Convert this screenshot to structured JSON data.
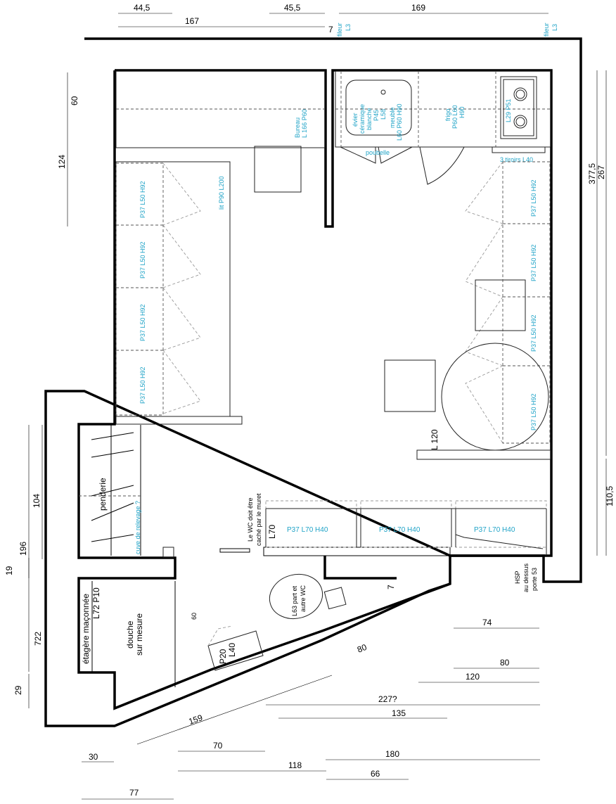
{
  "dimensions": {
    "d44_5": "44,5",
    "d45_5": "45,5",
    "d169": "169",
    "d167": "167",
    "d7_top": "7",
    "d60": "60",
    "d124": "124",
    "d377_5": "377,5",
    "d267": "267",
    "d110_5": "110,5",
    "d104": "104",
    "d196": "196",
    "d19": "19",
    "d722": "722",
    "d29": "29",
    "d60_small": "60",
    "d7_diag": "7",
    "d80_diag": "80",
    "d74": "74",
    "d80": "80",
    "d120": "120",
    "d227": "227?",
    "d135": "135",
    "d159": "159",
    "d70": "70",
    "d180": "180",
    "d118": "118",
    "d66": "66",
    "d30": "30",
    "d77": "77"
  },
  "labels": {
    "fileur_l3_a": "fileur",
    "fileur_l3_a2": "L3",
    "fileur_l3_b": "fileur",
    "fileur_l3_b2": "L3",
    "bureau_1": "Bureau",
    "bureau_2": "L 166 P60",
    "evier_1": "évier",
    "evier_2": "céramique",
    "evier_3": "blanche",
    "evier_4": "P45",
    "evier_5": "L58",
    "evier_6": "meuble",
    "evier_7": "L60 P60 H90",
    "frigo_1": "frigo",
    "frigo_2": "P60 L60",
    "frigo_3": "H90",
    "plaque": "L29 P51",
    "poubelle": "poubelle",
    "tiroirs": "3 tiroirs L40",
    "lit": "lit P90 L200",
    "p37_left": "P37 L50 H92",
    "p37_right": "P37 L50 H92",
    "p37_l70": "P37 L70 H40",
    "l120": "L 120",
    "l70": "L70",
    "wc_note_1": "Le WC doit être",
    "wc_note_2": "caché par le muret",
    "penderie": "penderie",
    "cuve": "cuve de relevage ?",
    "etagere": "étagère maçonnée",
    "etagere_dim": "L72 P10",
    "douche_1": "douche",
    "douche_2": "sur mesure",
    "wc_1": "L63 part et",
    "wc_2": "autre WC",
    "p20": "P20",
    "l40": "L40",
    "hsp_1": "HSP",
    "hsp_2": "au dessus",
    "hsp_3": "porte 53"
  }
}
